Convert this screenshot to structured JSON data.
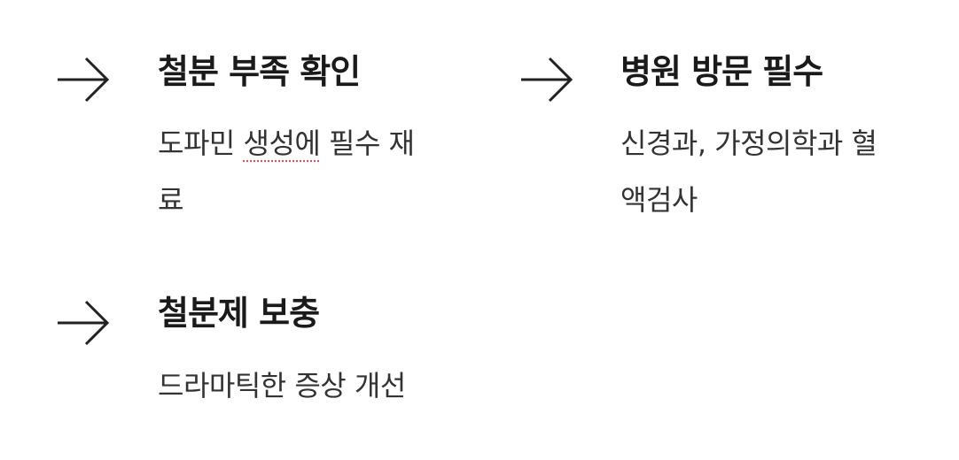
{
  "items": [
    {
      "arrow_icon": "arrow-right-icon",
      "title": "철분 부족 확인",
      "description_line1_a": "도파민 ",
      "description_line1_flagged": "생성에",
      "description_line1_b": " 필수 재",
      "description_line2": "료"
    },
    {
      "arrow_icon": "arrow-right-icon",
      "title": "병원 방문 필수",
      "description_line1": "신경과, 가정의학과 혈",
      "description_line2": "액검사"
    },
    {
      "arrow_icon": "arrow-right-icon",
      "title": "철분제 보충",
      "description_line1": "드라마틱한 증상 개선"
    }
  ]
}
